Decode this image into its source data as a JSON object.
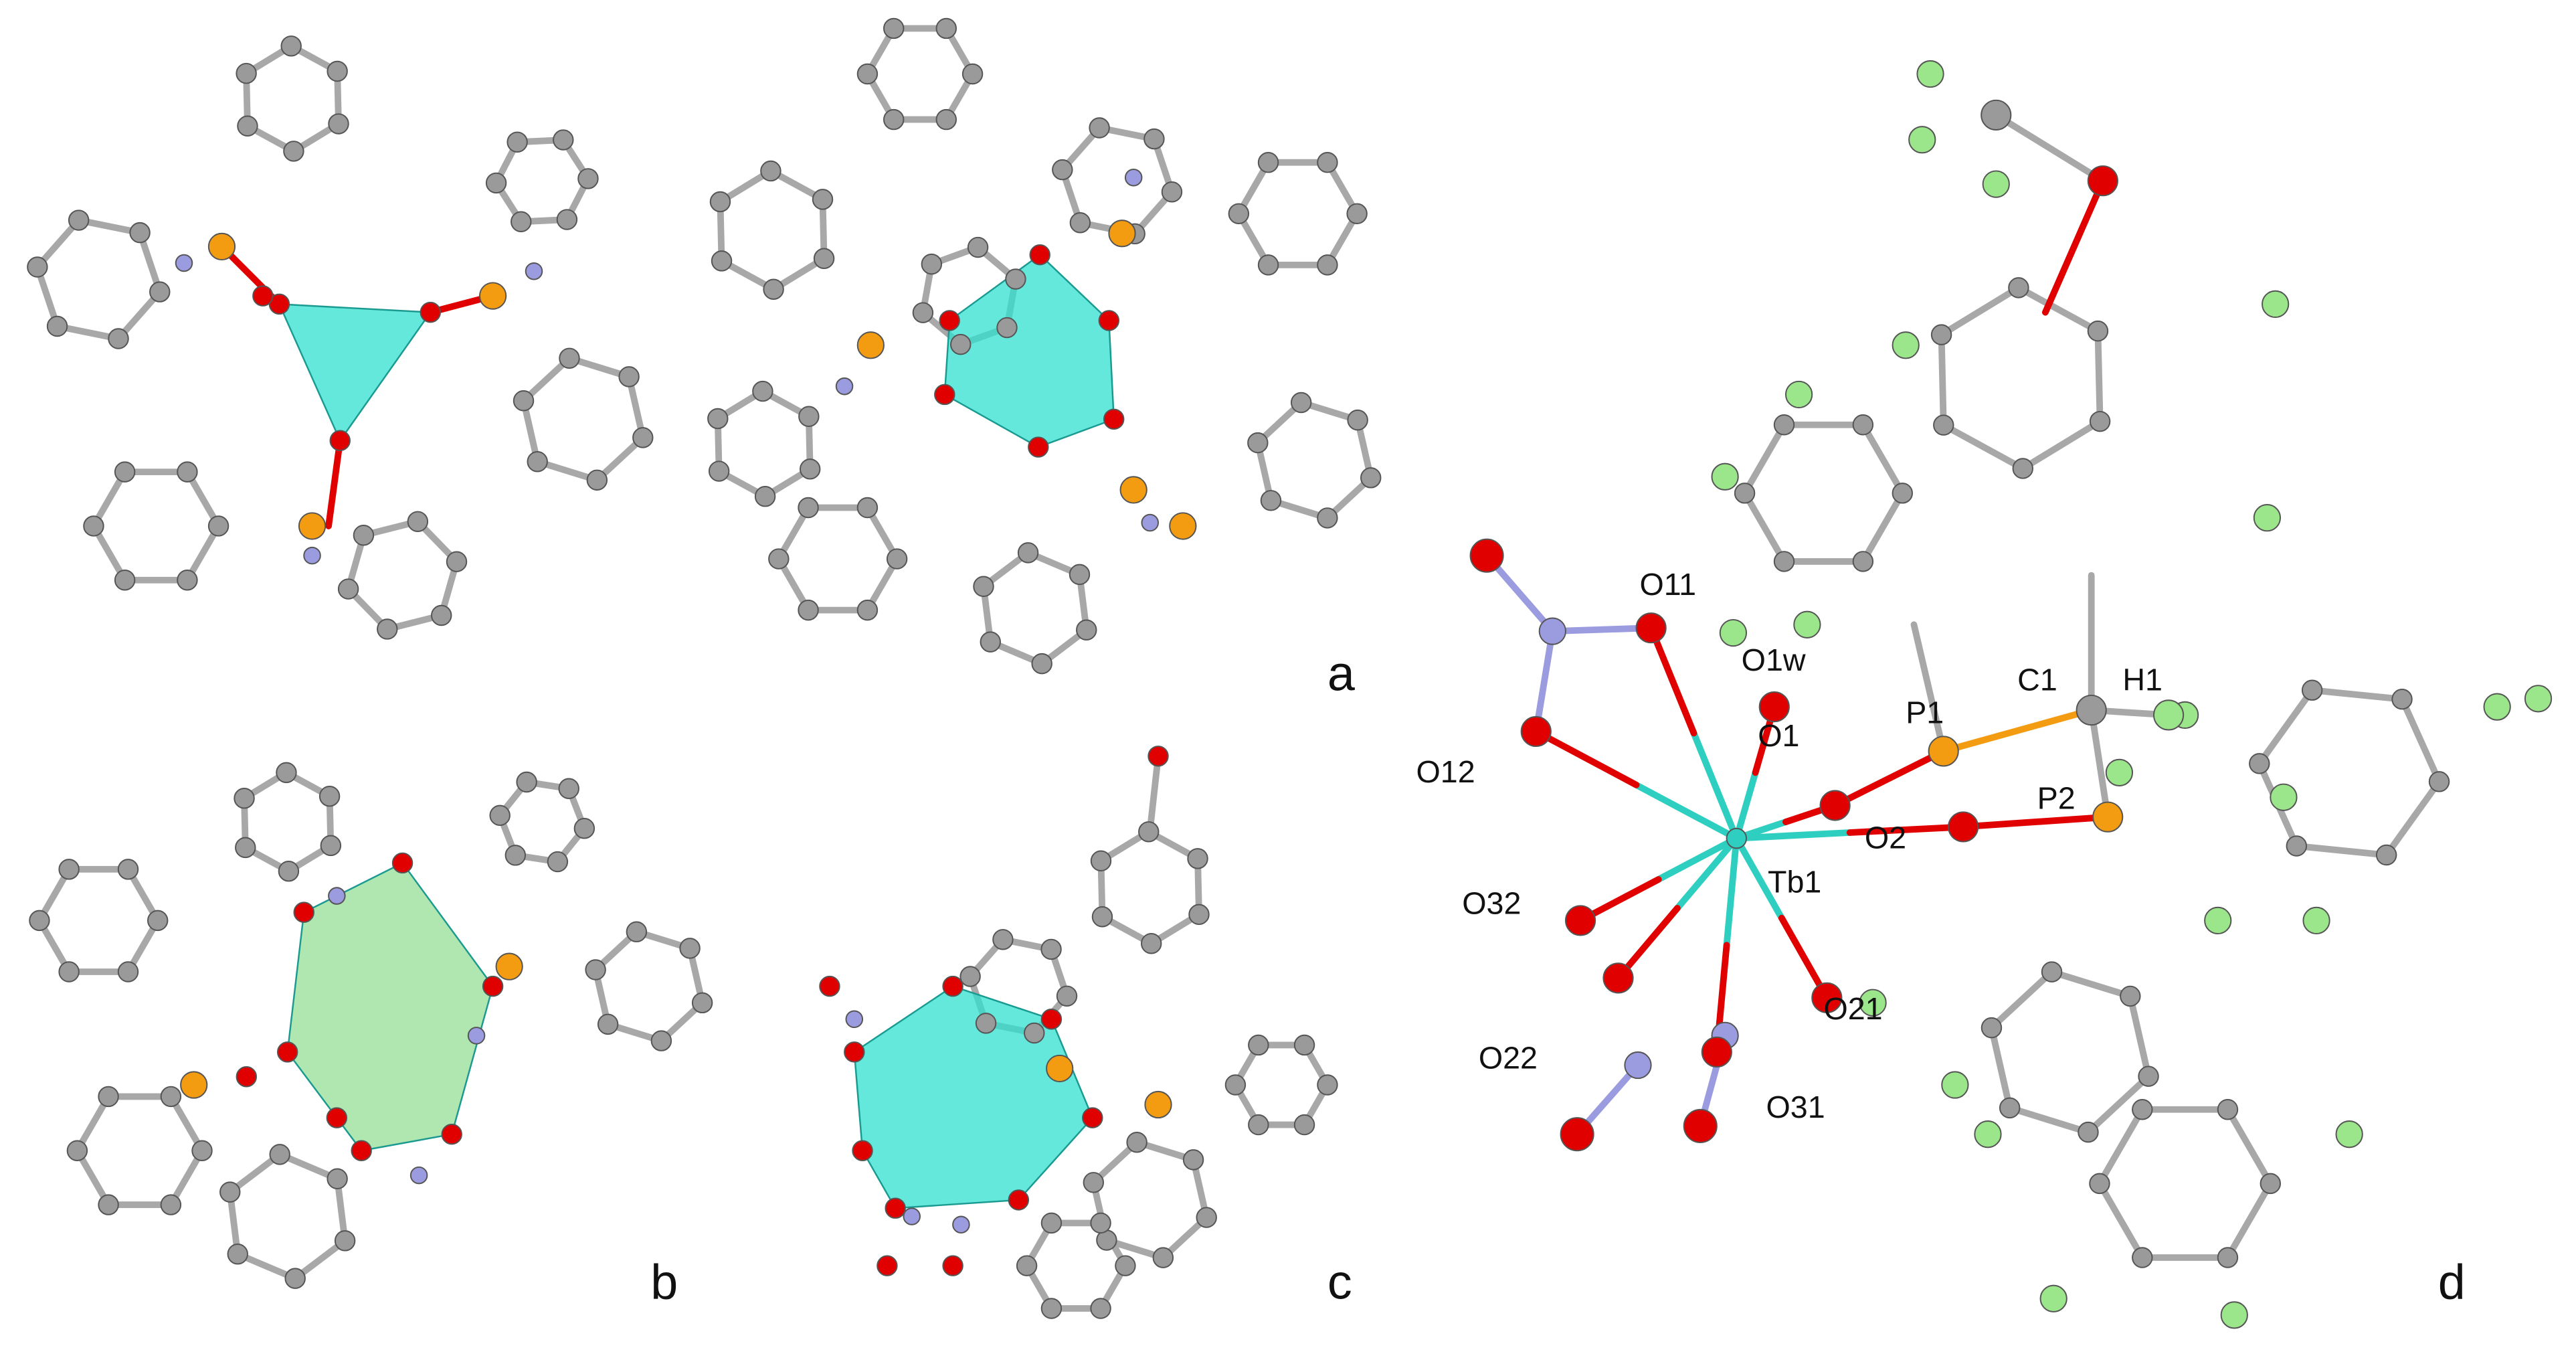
{
  "panels": [
    {
      "label": "a"
    },
    {
      "label": "b"
    },
    {
      "label": "c"
    },
    {
      "label": "d"
    }
  ],
  "atom_labels": {
    "O11": "O11",
    "O1w": "O1w",
    "O12": "O12",
    "O1": "O1",
    "P1": "P1",
    "C1": "C1",
    "H1": "H1",
    "P2": "P2",
    "O2": "O2",
    "Tb1": "Tb1",
    "O32": "O32",
    "O21": "O21",
    "O22": "O22",
    "O31": "O31"
  },
  "colors": {
    "carbon": "#9a9a9a",
    "oxygen": "#e00000",
    "phosphorus": "#f39c12",
    "nitrogen": "#9b9be0",
    "fluorine": "#9be58a",
    "terbium": "#2ecfc0",
    "polyhedron_cyan": "#30e0d0",
    "polyhedron_green": "#8fdc8f"
  }
}
